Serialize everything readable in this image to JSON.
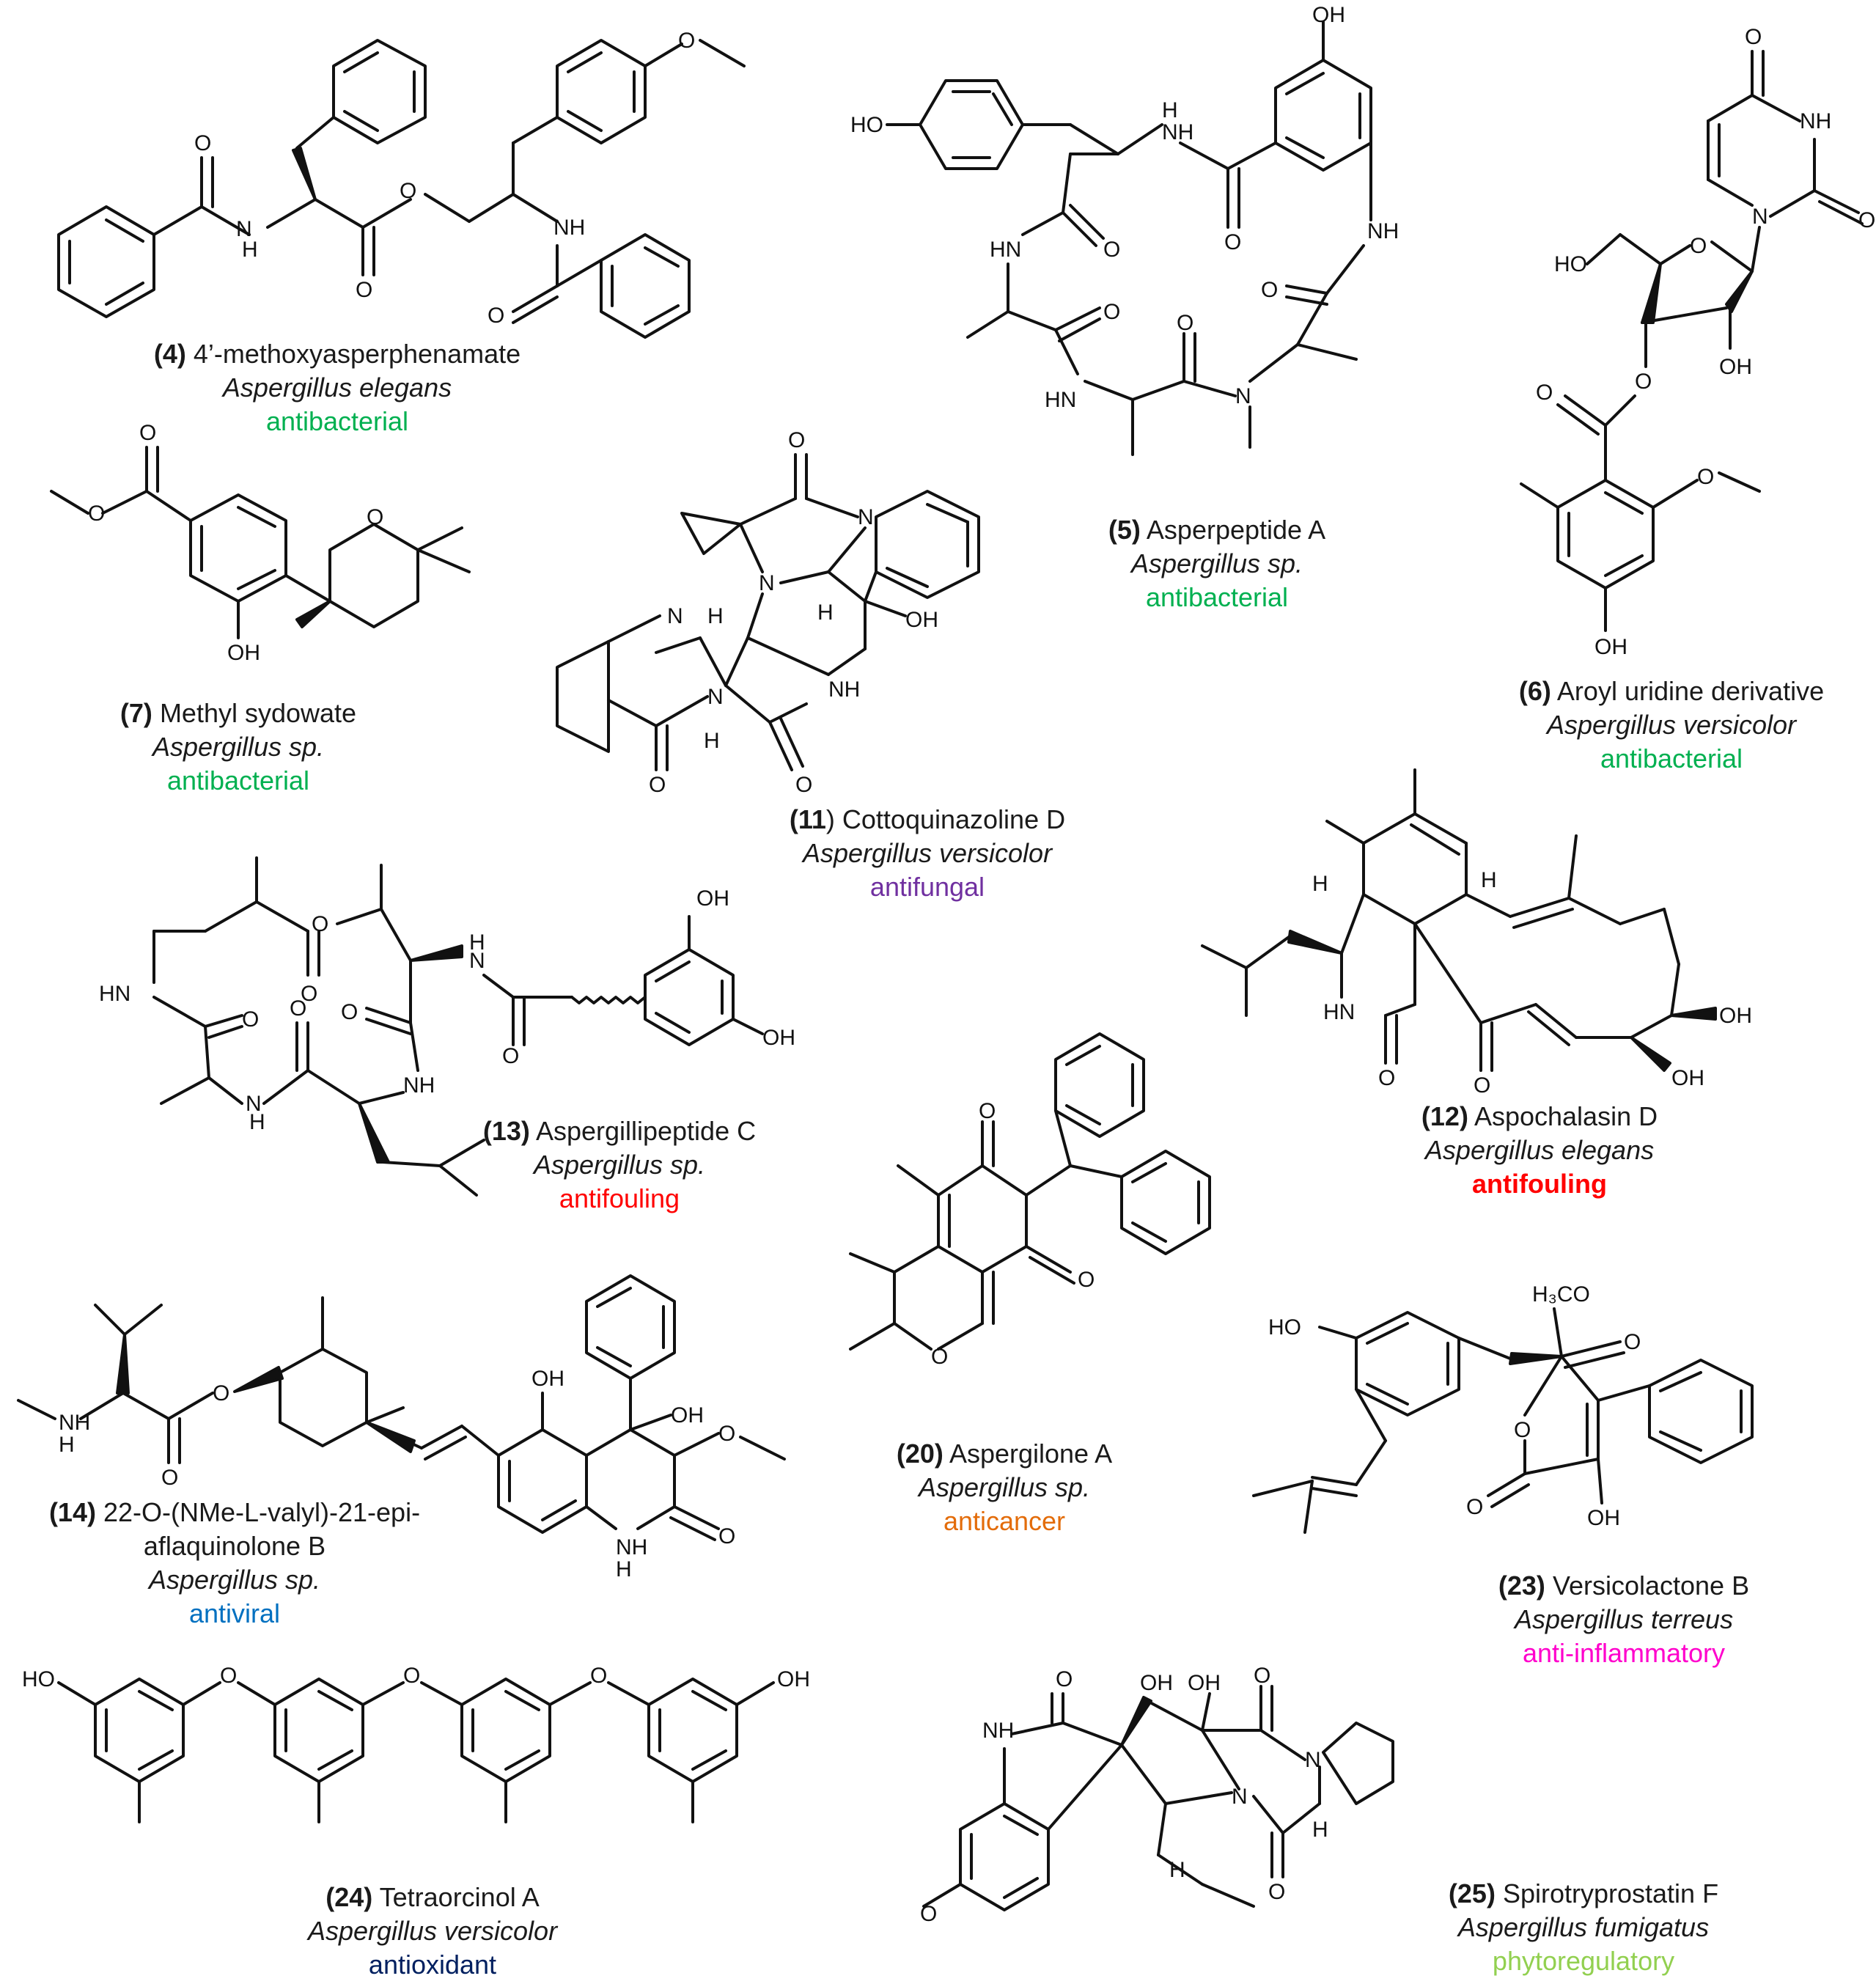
{
  "compounds": [
    {
      "num": "(4)",
      "name": "4’-methoxyasperphenamate",
      "organism": "Aspergillus elegans",
      "activity": "antibacterial",
      "color": "#00b050"
    },
    {
      "num": "(5)",
      "name": "Asperpeptide A",
      "organism": "Aspergillus sp.",
      "activity": "antibacterial",
      "color": "#00b050"
    },
    {
      "num": "(6)",
      "name": "Aroyl uridine derivative",
      "organism": "Aspergillus versicolor",
      "activity": "antibacterial",
      "color": "#00b050"
    },
    {
      "num": "(7)",
      "name": "Methyl sydowate",
      "organism": "Aspergillus sp.",
      "activity": "antibacterial",
      "color": "#00b050"
    },
    {
      "num": "(11",
      "name": ") Cottoquinazoline D",
      "organism": "Aspergillus versicolor",
      "activity": "antifungal",
      "color": "#7030a0"
    },
    {
      "num": "(12)",
      "name": "Aspochalasin D",
      "organism": "Aspergillus elegans",
      "activity": "antifouling",
      "color": "#ff0000"
    },
    {
      "num": "(13)",
      "name": "Aspergillipeptide C",
      "organism": "Aspergillus sp.",
      "activity": "antifouling",
      "color": "#ff0000"
    },
    {
      "num": "(14)",
      "name": "22-O-(NMe-L-valyl)-21-epi-",
      "name2": "aflaquinolone B",
      "organism": "Aspergillus sp.",
      "activity": "antiviral",
      "color": "#0070c0"
    },
    {
      "num": "(20)",
      "name": "Aspergilone A",
      "organism": "Aspergillus sp.",
      "activity": "anticancer",
      "color": "#e36c0a"
    },
    {
      "num": "(23)",
      "name": "Versicolactone B",
      "organism": "Aspergillus terreus",
      "activity": "anti-inflammatory",
      "color": "#ff00cc"
    },
    {
      "num": "(24)",
      "name": "Tetraorcinol A",
      "organism": "Aspergillus versicolor",
      "activity": "antioxidant",
      "color": "#002060"
    },
    {
      "num": "(25)",
      "name": "Spirotryprostatin F",
      "organism": "Aspergillus fumigatus",
      "activity": "phytoregulatory",
      "color": "#92d050"
    }
  ],
  "atom_labels": {
    "O": "O",
    "OH": "OH",
    "HO": "HO",
    "NH": "NH",
    "HN": "HN",
    "N": "N",
    "H": "H",
    "H3CO": "H₃CO"
  }
}
